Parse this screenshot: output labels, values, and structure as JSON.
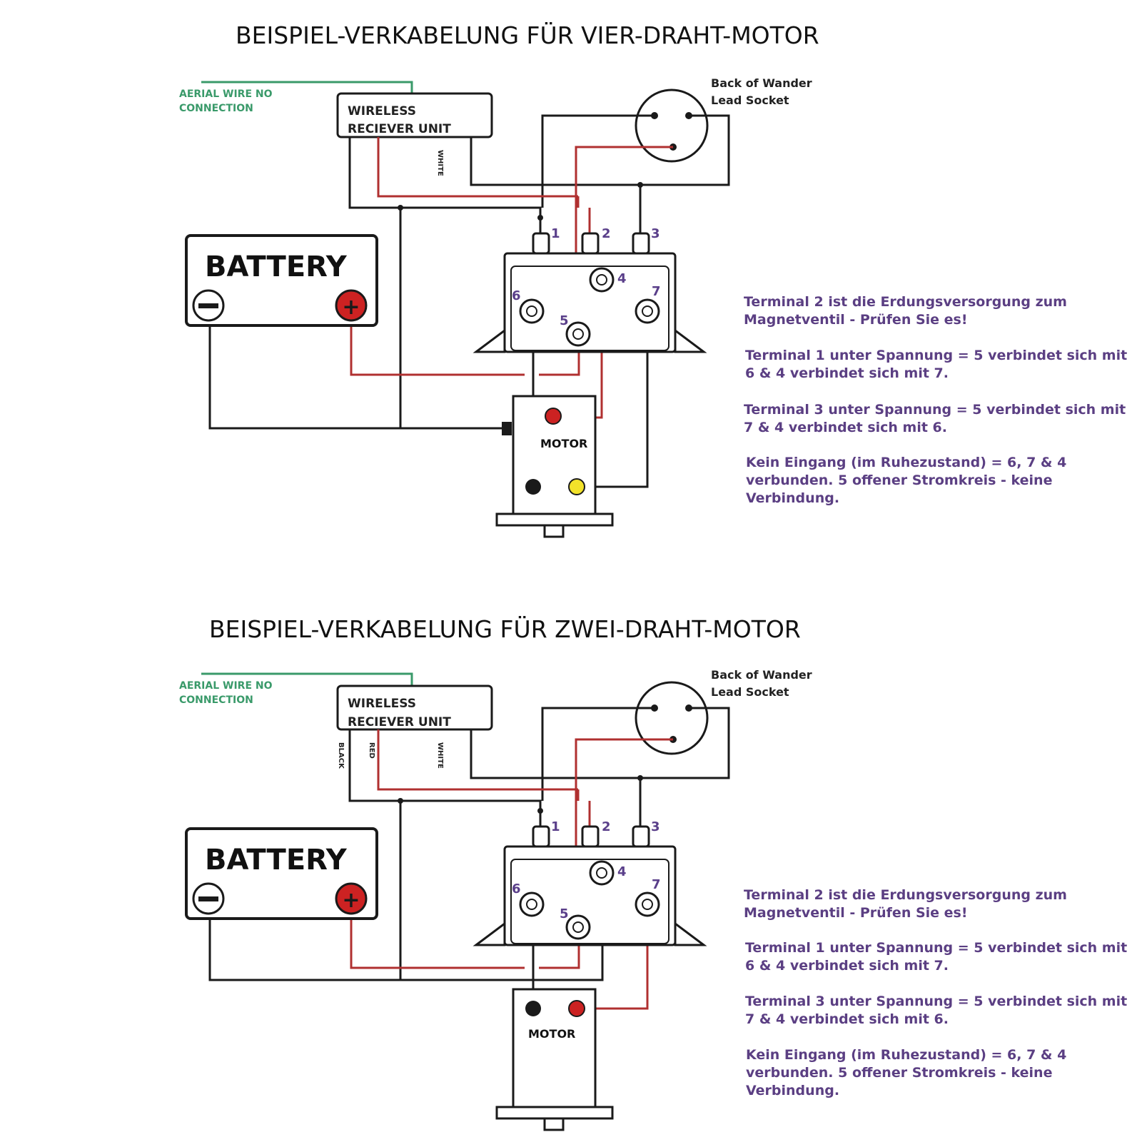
{
  "diagrams": [
    {
      "title": "BEISPIEL-VERKABELUNG FÜR VIER-DRAHT-MOTOR",
      "aerial_label": [
        "AERIAL WIRE NO",
        "CONNECTION"
      ],
      "receiver_label": [
        "WIRELESS",
        "RECIEVER UNIT"
      ],
      "wire_labels": [
        "WHITE"
      ],
      "socket_label": [
        "Back of Wander",
        "Lead Socket"
      ],
      "battery_label": "BATTERY",
      "motor_label": "MOTOR",
      "terminals": [
        "1",
        "2",
        "3",
        "4",
        "5",
        "6",
        "7"
      ],
      "notes": [
        "Terminal 2 ist die Erdungsversorgung zum Magnetventil - Prüfen Sie es!",
        "Terminal 1 unter Spannung = 5 verbindet sich mit 6 & 4 verbindet sich mit 7.",
        "Terminal 3 unter Spannung = 5 verbindet sich mit 7 & 4 verbindet sich mit 6.",
        "Kein Eingang (im Ruhezustand) = 6, 7 & 4 verbunden. 5 offener Stromkreis - keine Verbindung."
      ]
    },
    {
      "title": "BEISPIEL-VERKABELUNG FÜR ZWEI-DRAHT-MOTOR",
      "aerial_label": [
        "AERIAL WIRE NO",
        "CONNECTION"
      ],
      "receiver_label": [
        "WIRELESS",
        "RECIEVER UNIT"
      ],
      "wire_labels": [
        "BLACK",
        "RED",
        "WHITE"
      ],
      "socket_label": [
        "Back of Wander",
        "Lead Socket"
      ],
      "battery_label": "BATTERY",
      "motor_label": "MOTOR",
      "terminals": [
        "1",
        "2",
        "3",
        "4",
        "5",
        "6",
        "7"
      ],
      "notes": [
        "Terminal 2 ist die Erdungsversorgung zum Magnetventil - Prüfen Sie es!",
        "Terminal 1 unter Spannung = 5 verbindet sich mit 6 & 4 verbindet sich mit 7.",
        "Terminal 3 unter Spannung = 5 verbindet sich mit 7 & 4 verbindet sich mit 6.",
        "Kein Eingang (im Ruhezustand) = 6, 7 & 4 verbunden. 5 offener Stromkreis - keine Verbindung."
      ]
    }
  ],
  "colors": {
    "wire_black": "#1a1a1a",
    "wire_red": "#b03030",
    "wire_green": "#3a9a6a",
    "note_text": "#5b3f83",
    "terminal_number": "#5a3f8a",
    "battery_positive": "#cc2222",
    "motor_yellow_terminal": "#f2e22a"
  }
}
